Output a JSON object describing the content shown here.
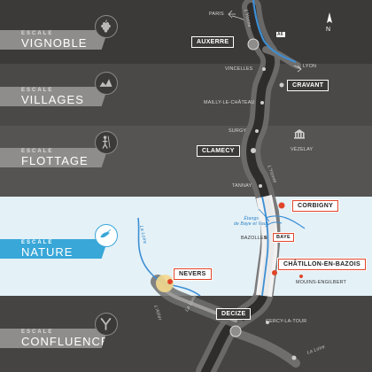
{
  "colors": {
    "band_dark": "#3b3a39",
    "band_nature": "#e4f1f7",
    "river_blue": "#3d8fd4",
    "route_grey": "#7d7c7b",
    "accent_red": "#e0452a",
    "ribbon_blue": "#39a7d8"
  },
  "sections": [
    {
      "id": "vignoble",
      "small": "ESCALE",
      "big": "VIGNOBLE",
      "icon": "grapes-icon"
    },
    {
      "id": "villages",
      "small": "ESCALE",
      "big": "VILLAGES",
      "icon": "village-icon"
    },
    {
      "id": "flottage",
      "small": "ESCALE",
      "big": "FLOTTAGE",
      "icon": "log-rafter-icon"
    },
    {
      "id": "nature",
      "small": "ESCALE",
      "big": "NATURE",
      "icon": "bird-icon"
    },
    {
      "id": "confluence",
      "small": "ESCALE",
      "big": "CONFLUENCE",
      "icon": "confluence-icon"
    }
  ],
  "stops": {
    "auxerre": "AUXERRE",
    "cravant": "CRAVANT",
    "clamecy": "CLAMECY",
    "corbigny": "CORBIGNY",
    "baye": "BAYE",
    "chatillon": "CHÂTILLON-EN-BAZOIS",
    "nevers": "NEVERS",
    "decize": "DECIZE"
  },
  "places": {
    "paris": "PARIS",
    "lyon": "LYON",
    "vincelles": "VINCELLES",
    "mailly": "MAILLY-LE-CHÂTEAU",
    "surgy": "SURGY",
    "vezelay": "VÉZELAY",
    "tannay": "TANNAY",
    "bazolles": "BAZOLLES",
    "mouins": "MOUINS-ENGILBERT",
    "cercy": "CERCY-LA-TOUR"
  },
  "rivers": {
    "yonne_top": "L'Yonne",
    "yonne_mid": "L'Yonne",
    "loire_nature": "La Loire",
    "allier": "L'Allier",
    "loire_confluence": "La Loire",
    "loire_bottom": "La Loire"
  },
  "annotations": {
    "etangs": "Étangs\nde Baye et Vaux",
    "motorway": "A6"
  },
  "compass": {
    "label": "N"
  }
}
